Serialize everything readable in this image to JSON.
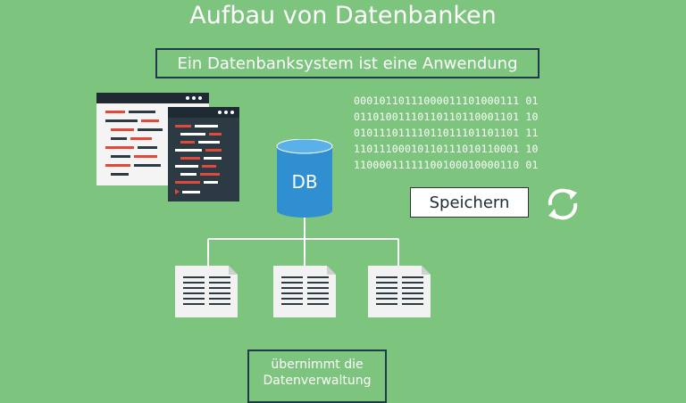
{
  "title": "Aufbau von Datenbanken",
  "subtitle": "Ein Datenbanksystem ist eine Anwendung",
  "db_label": "DB",
  "binary_lines": [
    "00010110111000011101000111 01",
    "01101001110110110110001101 10",
    "01011101111011011101101101 11",
    "11011100010110111010110001 10",
    "11000011111100100010000110 01"
  ],
  "save_label": "Speichern",
  "bottom_box": {
    "line1": "übernimmt die",
    "line2": "Datenverwaltung"
  },
  "colors": {
    "background": "#7dc47e",
    "db_blue": "#2f8fd0",
    "db_top": "#5ab0e8",
    "dark_panel": "#2c3a44",
    "window_header": "#1f2a33",
    "accent_red": "#e04a3a",
    "white": "#ffffff"
  },
  "icons": {
    "refresh": "refresh-cycle-icon",
    "documents": "document-icon",
    "code": "code-window-icon",
    "database": "database-icon"
  }
}
